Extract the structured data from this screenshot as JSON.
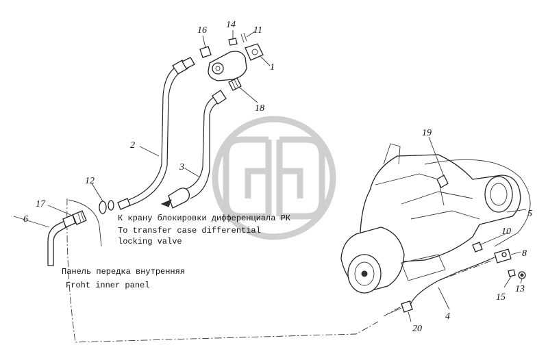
{
  "callouts": {
    "c1": "1",
    "c2": "2",
    "c3": "3",
    "c4": "4",
    "c5": "5",
    "c6": "6",
    "c8": "8",
    "c10": "10",
    "c11": "11",
    "c12": "12",
    "c13": "13",
    "c14": "14",
    "c15": "15",
    "c16": "16",
    "c17": "17",
    "c18": "18",
    "c19": "19",
    "c20": "20"
  },
  "notes": {
    "lock_ru": "К крану блокировки дифференциала РК",
    "lock_en_1": "To transfer case differential",
    "lock_en_2": "locking valve",
    "panel_ru": "Панель передка внутренняя",
    "panel_en": "Froht inner panel"
  }
}
